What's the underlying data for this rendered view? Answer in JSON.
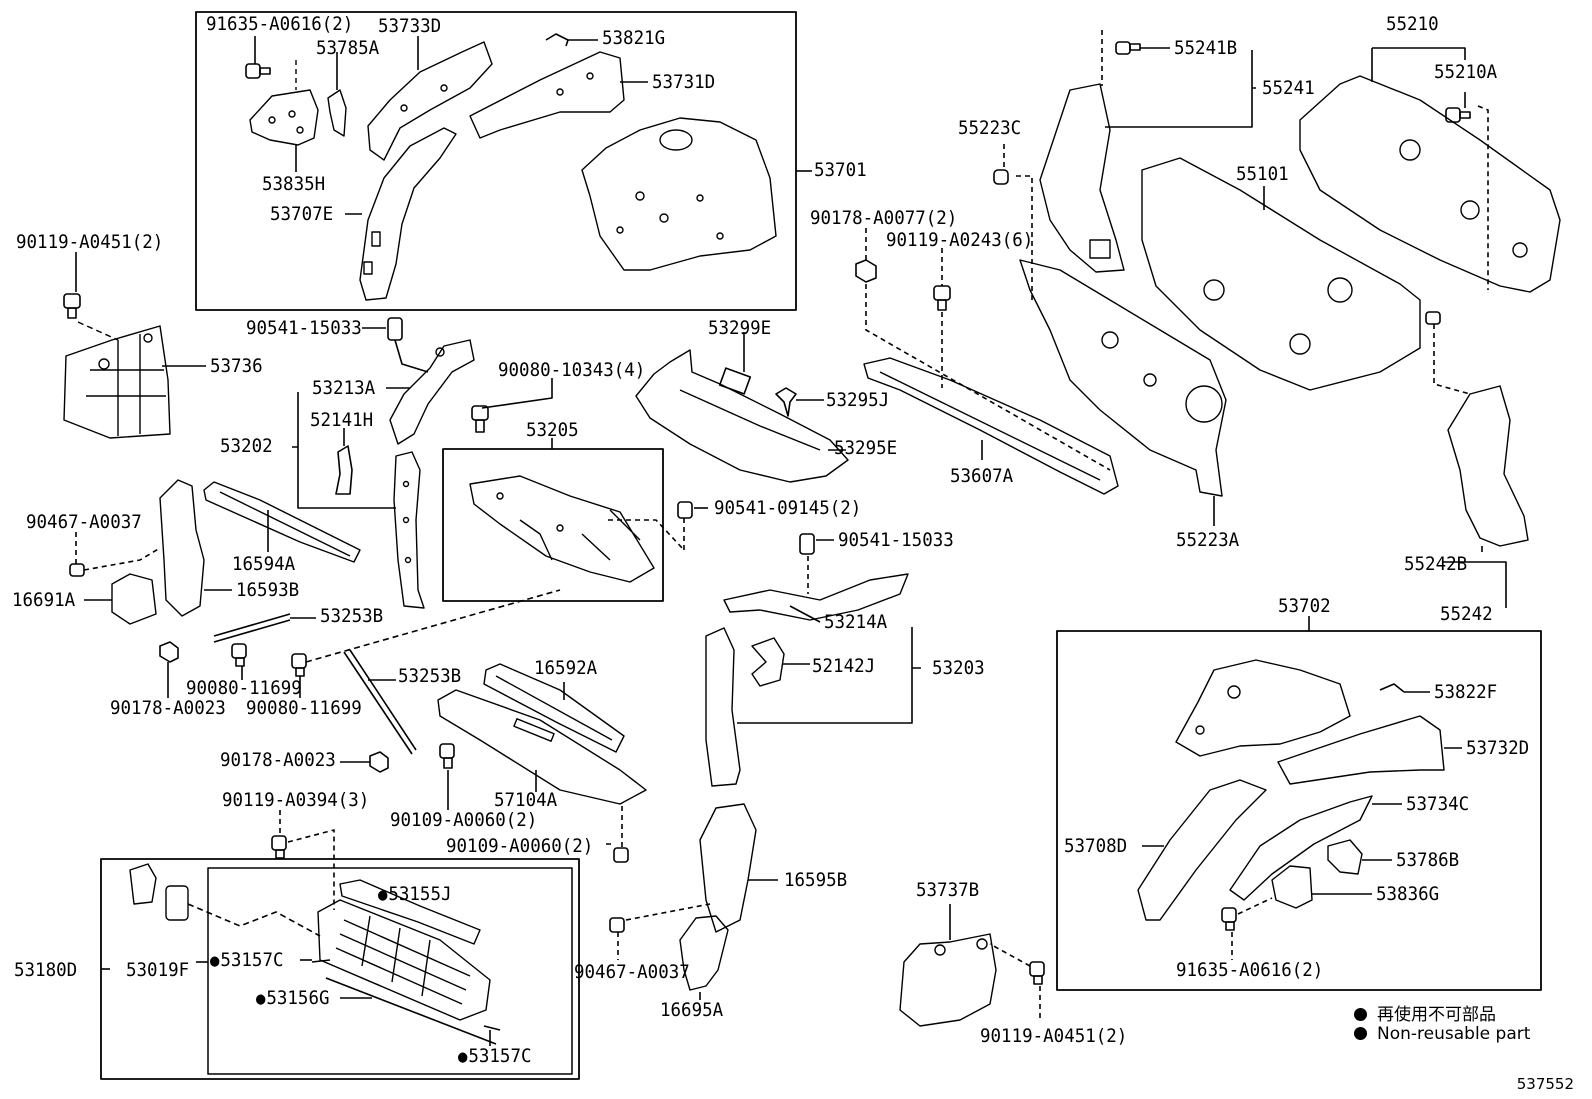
{
  "labels": {
    "p91635_a0616_top": "91635-A0616(2)",
    "p53733D": "53733D",
    "p53821G": "53821G",
    "p53785A": "53785A",
    "p53731D": "53731D",
    "p53835H": "53835H",
    "p53707E": "53707E",
    "p53701": "53701",
    "p90119_a0451_left": "90119-A0451(2)",
    "p53736": "53736",
    "p90541_15033_a": "90541-15033",
    "p53213A": "53213A",
    "p52141H": "52141H",
    "p53202": "53202",
    "p90080_10343": "90080-10343(4)",
    "p53205": "53205",
    "p53299E": "53299E",
    "p53295J": "53295J",
    "p53295E": "53295E",
    "p90178_a0077": "90178-A0077(2)",
    "p90119_a0243": "90119-A0243(6)",
    "p53607A": "53607A",
    "p55223C": "55223C",
    "p55241B": "55241B",
    "p55241": "55241",
    "p55210": "55210",
    "p55210A": "55210A",
    "p55101": "55101",
    "p55223A": "55223A",
    "p55242B": "55242B",
    "p55242": "55242",
    "p90467_a0037_left": "90467-A0037",
    "p16594A": "16594A",
    "p16691A": "16691A",
    "p16593B": "16593B",
    "p53253B_a": "53253B",
    "p90541_09145": "90541-09145(2)",
    "p90541_15033_b": "90541-15033",
    "p53214A": "53214A",
    "p52142J": "52142J",
    "p53203": "53203",
    "p90080_11699_a": "90080-11699",
    "p90178_a0023_a": "90178-A0023",
    "p90080_11699_b": "90080-11699",
    "p53253B_b": "53253B",
    "p16592A": "16592A",
    "p90178_a0023_b": "90178-A0023",
    "p57104A": "57104A",
    "p90109_a0060_a": "90109-A0060(2)",
    "p90109_a0060_b": "90109-A0060(2)",
    "p90119_a0394": "90119-A0394(3)",
    "p53155J": "53155J",
    "p53180D": "53180D",
    "p53019F": "53019F",
    "p53157C_a": "53157C",
    "p53156G": "53156G",
    "p53157C_b": "53157C",
    "p16595B": "16595B",
    "p90467_a0037_b": "90467-A0037",
    "p16695A": "16695A",
    "p53737B": "53737B",
    "p90119_a0451_bottom": "90119-A0451(2)",
    "p53702": "53702",
    "p53822F": "53822F",
    "p53732D": "53732D",
    "p53734C": "53734C",
    "p53708D": "53708D",
    "p53786B": "53786B",
    "p53836G": "53836G",
    "p91635_a0616_bottom": "91635-A0616(2)"
  },
  "legend": {
    "line1": "再使用不可部品",
    "line2": "Non-reusable part"
  },
  "page_number": "537552"
}
